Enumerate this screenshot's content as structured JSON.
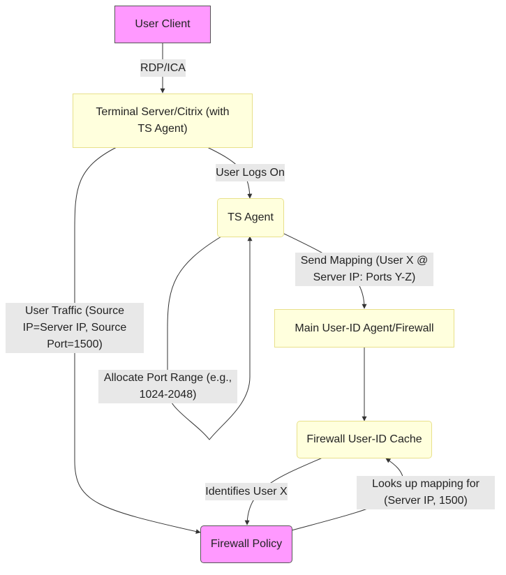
{
  "colors": {
    "terminal_node_fill": "#ff99ff",
    "process_node_fill": "#ffffdd",
    "edge_label_fill": "#e8e8e8",
    "edge_stroke": "#333333"
  },
  "nodes": {
    "user_client": "User Client",
    "terminal_server": "Terminal Server/Citrix (with\nTS Agent)",
    "ts_agent": "TS Agent",
    "main_userid_agent": "Main User-ID Agent/Firewall",
    "userid_cache": "Firewall User-ID Cache",
    "firewall_policy": "Firewall Policy"
  },
  "edge_labels": {
    "rdp_ica": "RDP/ICA",
    "user_logs_on": "User Logs On",
    "send_mapping": "Send Mapping (User X @\nServer IP: Ports Y-Z)",
    "user_traffic": "User Traffic (Source\nIP=Server IP, Source\nPort=1500)",
    "allocate_port_range": "Allocate Port Range (e.g.,\n1024-2048)",
    "identifies_user": "Identifies User X",
    "looks_up_mapping": "Looks up mapping for\n(Server IP, 1500)"
  }
}
